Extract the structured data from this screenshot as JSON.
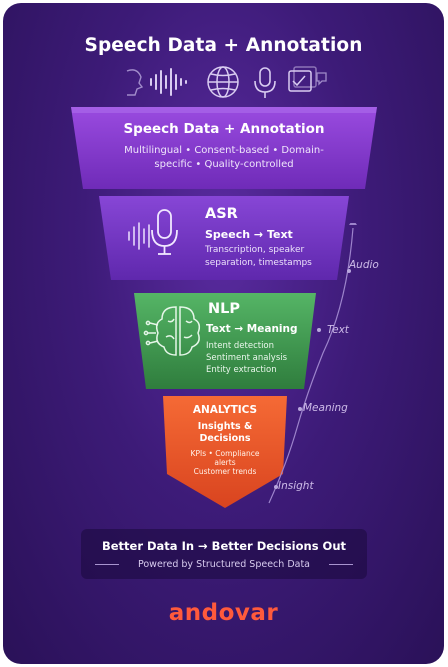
{
  "header": {
    "title": "Speech Data + Annotation"
  },
  "icons": [
    "face-icon",
    "waveform-icon",
    "globe-icon",
    "microphone-icon",
    "checklist-icon",
    "chat-icon"
  ],
  "funnel": {
    "stage1": {
      "title": "Speech Data + Annotation",
      "desc_line1": "Multilingual • Consent-based • Domain-",
      "desc_line2": "specific • Quality-controlled",
      "color": "#8a3fd1"
    },
    "stage2": {
      "title": "ASR",
      "subtitle": "Speech → Text",
      "desc_line1": "Transcription, speaker",
      "desc_line2": "separation, timestamps",
      "color": "#7a3cc8"
    },
    "stage3": {
      "title": "NLP",
      "subtitle": "Text → Meaning",
      "item1": "Intent detection",
      "item2": "Sentiment analysis",
      "item3": "Entity extraction",
      "color": "#3f9a4c"
    },
    "stage4": {
      "title": "ANALYTICS",
      "subtitle_line1": "Insights &",
      "subtitle_line2": "Decisions",
      "desc_line1": "KPIs • Compliance",
      "desc_line2": "alerts",
      "desc_line3": "Customer trends",
      "color": "#ef5a2c"
    }
  },
  "side_labels": {
    "audio": "Audio",
    "text": "Text",
    "meaning": "Meaning",
    "insight": "Insight"
  },
  "footer": {
    "headline": "Better Data In → Better Decisions Out",
    "subline": "Powered by Structured Speech Data"
  },
  "brand": {
    "logo": "andovar",
    "accent": "#ff5a3c"
  }
}
